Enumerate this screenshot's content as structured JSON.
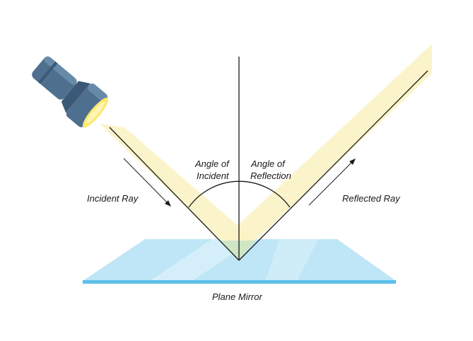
{
  "labels": {
    "incident_ray": "Incident Ray",
    "reflected_ray": "Reflected Ray",
    "angle_incident_line1": "Angle of",
    "angle_incident_line2": "Incident",
    "angle_reflection_line1": "Angle of",
    "angle_reflection_line2": "Reflection",
    "mirror": "Plane Mirror"
  },
  "icons": {
    "light_source": "flashlight-icon"
  },
  "colors": {
    "beam": "#fbf3c4",
    "beam_overlap": "#cfe6c5",
    "mirror_top": "#bfe6f7",
    "mirror_edge": "#5cc0ea",
    "flashlight_body": "#4f6f8f",
    "flashlight_dark": "#3b5877",
    "flashlight_light": "#7ea0c0",
    "lens": "#ffe86b",
    "line": "#1a1a1a"
  }
}
